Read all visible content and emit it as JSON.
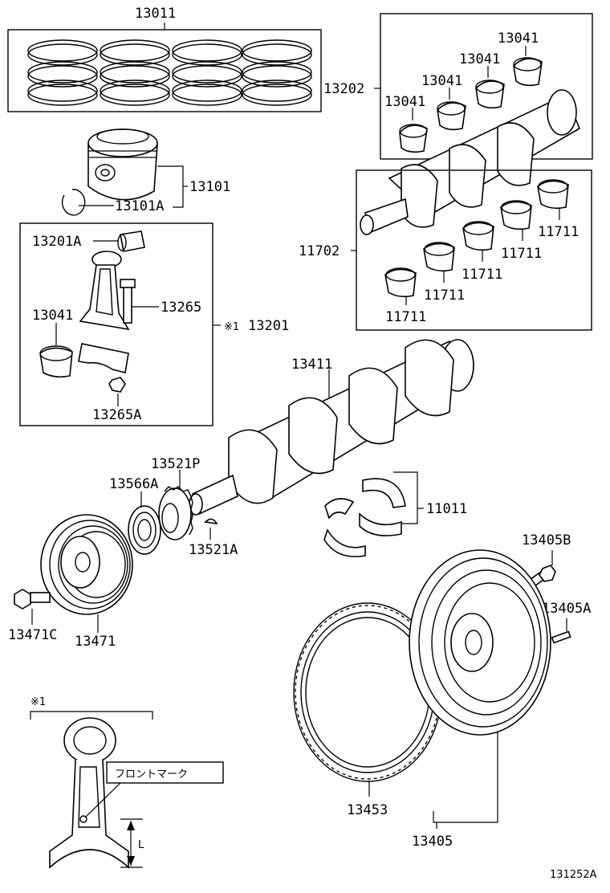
{
  "parts": {
    "p13011": "13011",
    "p13101": "13101",
    "p13101A": "13101A",
    "p13202": "13202",
    "p13041_a": "13041",
    "p13041_b": "13041",
    "p13041_c": "13041",
    "p13041_d": "13041",
    "p11702": "11702",
    "p11711_a": "11711",
    "p11711_b": "11711",
    "p11711_c": "11711",
    "p11711_d": "11711",
    "p11711_e": "11711",
    "p13201A": "13201A",
    "p13265": "13265",
    "p13041_e": "13041",
    "p13201": "13201",
    "p13201_mark": "※1",
    "p13265A": "13265A",
    "p13411": "13411",
    "p13521P": "13521P",
    "p13566A": "13566A",
    "p13521A": "13521A",
    "p11011": "11011",
    "p13405B": "13405B",
    "p13405A": "13405A",
    "p13471C": "13471C",
    "p13471": "13471",
    "p13453": "13453",
    "p13405": "13405"
  },
  "detail": {
    "ref_mark": "※1",
    "front_mark": "フロントマーク",
    "dim_label": "L"
  },
  "diagram_id": "131252A"
}
